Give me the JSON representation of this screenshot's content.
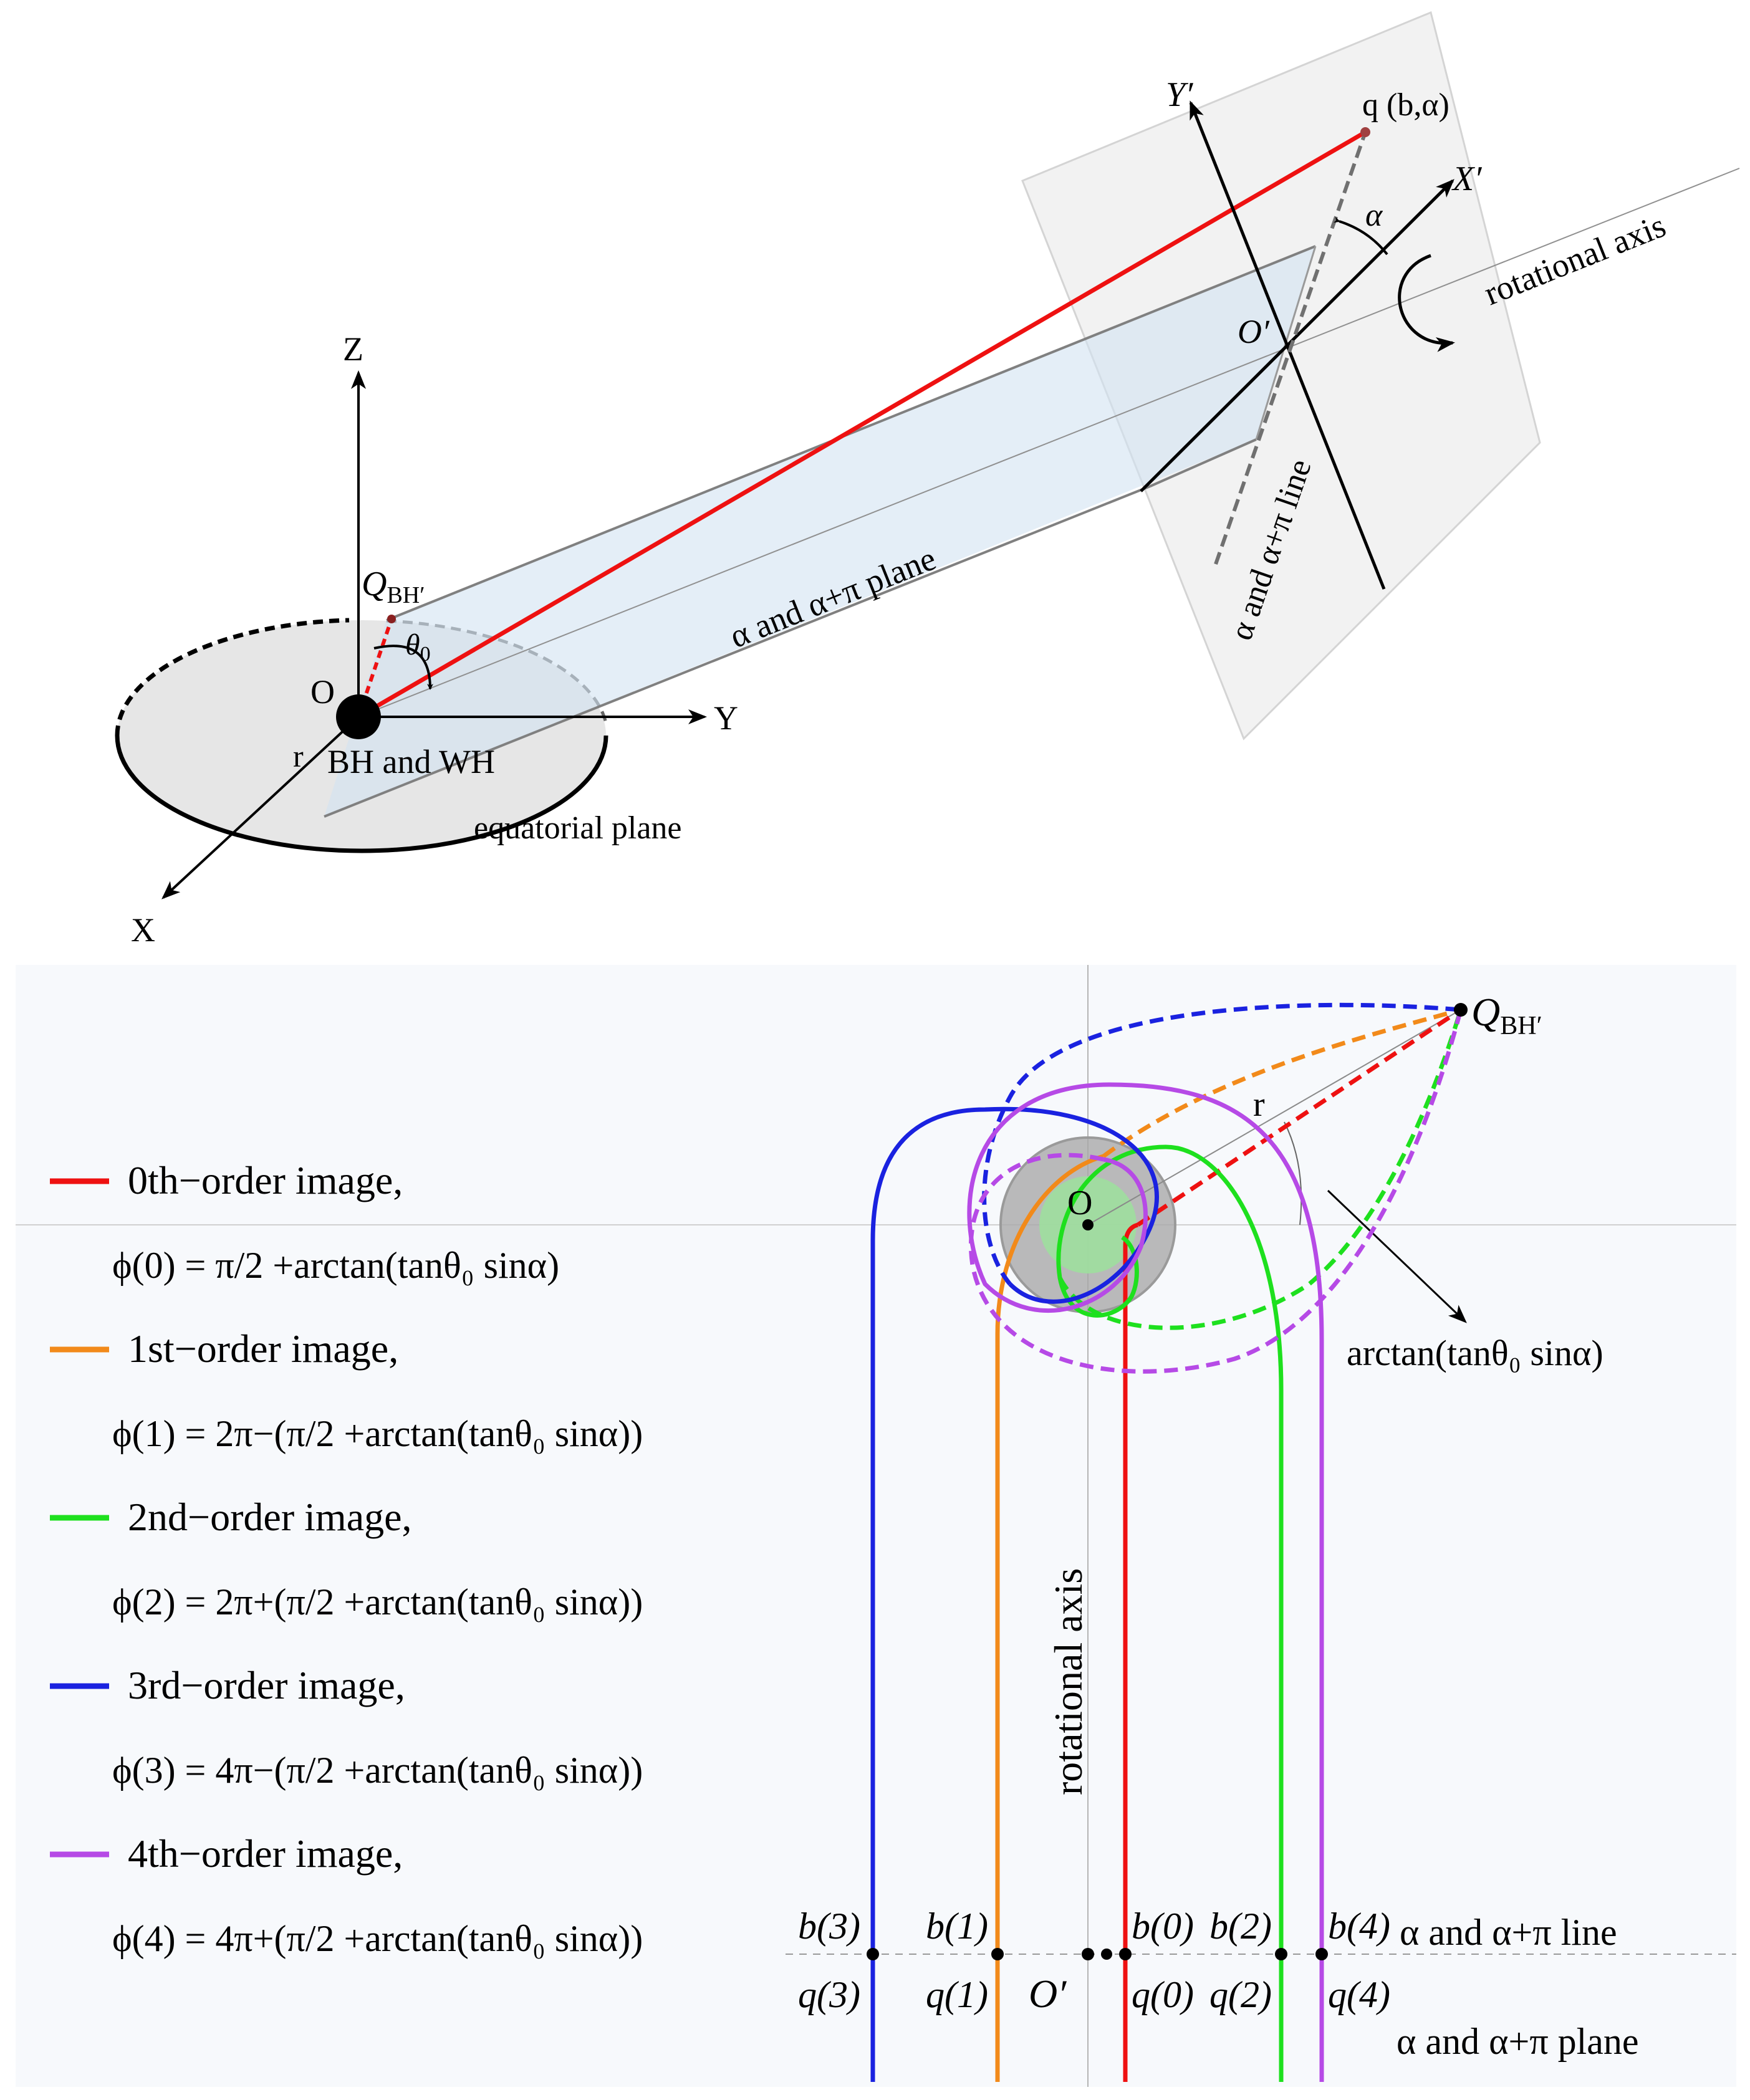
{
  "top": {
    "axis_z": "Z",
    "axis_y": "Y",
    "axis_x": "X",
    "origin_o": "O",
    "q_bh": "Q",
    "q_bh_sub": "BH′",
    "theta": "θ",
    "theta_sub": "0",
    "r_label": "r",
    "bh_wh": "BH and WH",
    "equatorial_plane": "equatorial plane",
    "plane_label": "α and α+π plane",
    "line_label": "α and α+π line",
    "y_prime": "Y′",
    "x_prime": "X′",
    "o_prime": "O′",
    "q_point": "q (b,α)",
    "alpha": "α",
    "rotational_axis": "rotational axis"
  },
  "bottom": {
    "q_bh": "Q",
    "q_bh_sub": "BH′",
    "r_label": "r",
    "origin_o": "O",
    "arctan_label": "arctan(tanθ₀ sinα)",
    "rotational_axis": "rotational axis",
    "line_label": "α and α+π line",
    "plane_label": "α and α+π plane",
    "o_prime": "O′",
    "b_labels": [
      "b(3)",
      "b(1)",
      "b(0)",
      "b(2)",
      "b(4)"
    ],
    "q_labels": [
      "q(3)",
      "q(1)",
      "q(0)",
      "q(2)",
      "q(4)"
    ]
  },
  "legend": [
    {
      "label": "0th−order image,",
      "formula": "ϕ(0) = π/2 +arctan(tanθ₀ sinα)",
      "color": "#ee1111"
    },
    {
      "label": "1st−order image,",
      "formula": "ϕ(1) = 2π−(π/2 +arctan(tanθ₀ sinα))",
      "color": "#f28a1a"
    },
    {
      "label": "2nd−order image,",
      "formula": "ϕ(2) = 2π+(π/2 +arctan(tanθ₀ sinα))",
      "color": "#1ee01e"
    },
    {
      "label": "3rd−order image,",
      "formula": "ϕ(3) = 4π−(π/2 +arctan(tanθ₀ sinα))",
      "color": "#1a22e0"
    },
    {
      "label": "4th−order image,",
      "formula": "ϕ(4) = 4π+(π/2 +arctan(tanθ₀ sinα))",
      "color": "#b64ae6"
    }
  ]
}
